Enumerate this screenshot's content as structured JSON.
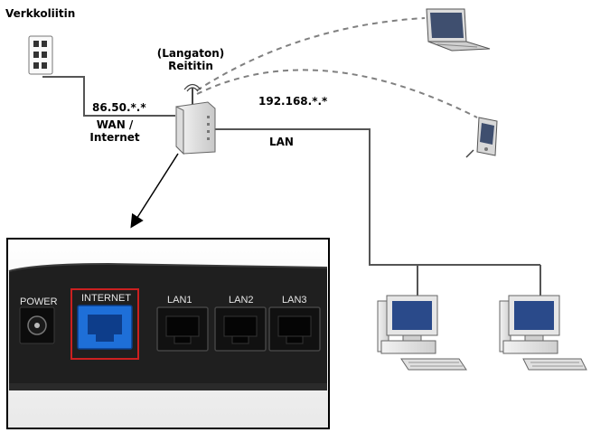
{
  "labels": {
    "wall_jack": "Verkkoliitin",
    "router_line1": "(Langaton)",
    "router_line2": "Reititin",
    "wan_ip": "86.50.*.*",
    "wan_line1": "WAN /",
    "wan_line2": "Internet",
    "lan_ip": "192.168.*.*",
    "lan": "LAN"
  },
  "ports": {
    "power": "POWER",
    "internet": "INTERNET",
    "lan1": "LAN1",
    "lan2": "LAN2",
    "lan3": "LAN3"
  },
  "colors": {
    "wire": "#555555",
    "wireless": "#808080",
    "highlight": "#cc2020",
    "internet_port": "#1e6fd8",
    "panel": "#1f1f1f",
    "monitor_screen": "#2a4a8a"
  },
  "icons": [
    "wall-jack-icon",
    "router-icon",
    "laptop-icon",
    "pda-icon",
    "desktop-computer-icon",
    "desktop-computer-icon"
  ]
}
